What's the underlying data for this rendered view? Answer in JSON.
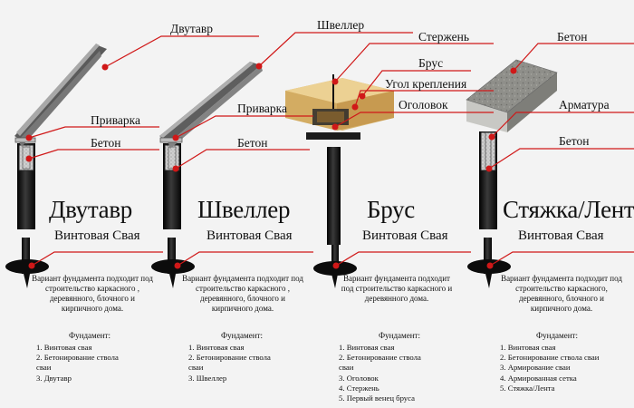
{
  "colors": {
    "callout_line": "#d01818",
    "pile": "#141414",
    "steel": "#6e6e6e",
    "wood": "#d8b46e",
    "concrete": "#8a8a84"
  },
  "callouts": {
    "dvutavr_top": "Двутавр",
    "shveller_top": "Швеллер",
    "sterzhen": "Стержень",
    "beton_block": "Бетон",
    "brus_label": "Брус",
    "ugol": "Угол крепления",
    "ogolovok": "Оголовок",
    "privarka_1": "Приварка",
    "privarka_2": "Приварка",
    "armatura": "Арматура",
    "beton_1": "Бетон",
    "beton_2": "Бетон",
    "beton_4": "Бетон"
  },
  "variants": [
    {
      "title": "Двутавр",
      "subtitle": "Винтовая Свая",
      "description": "Вариант фундамента подходит под строительство каркасного , деревянного, блочного и кирпичного дома.",
      "foundation_header": "Фундамент:",
      "items": [
        "1. Винтовая свая",
        "2. Бетонирование ствола",
        "сваи",
        "3. Двутавр"
      ]
    },
    {
      "title": "Швеллер",
      "subtitle": "Винтовая Свая",
      "description": "Вариант фундамента подходит под строительство каркасного , деревянного, блочного и кирпичного дома.",
      "foundation_header": "Фундамент:",
      "items": [
        "1. Винтовая свая",
        "2. Бетонирование ствола",
        "сваи",
        "3. Швеллер"
      ]
    },
    {
      "title": "Брус",
      "subtitle": "Винтовая Свая",
      "description": "Вариант фундамента подходит под строительство каркасного и деревянного дома.",
      "foundation_header": "Фундамент:",
      "items": [
        "1. Винтовая свая",
        "2. Бетонирование ствола",
        "сваи",
        "3. Оголовок",
        "4. Стержень",
        "5. Первый венец бруса"
      ]
    },
    {
      "title": "Стяжка/Лента",
      "subtitle": "Винтовая Свая",
      "description": "Вариант фундамента подходит под строительство каркасного, деревянного, блочного и кирпичного дома.",
      "foundation_header": "Фундамент:",
      "items": [
        "1. Винтовая свая",
        "2. Бетонирование ствола сваи",
        "3. Армирование сваи",
        "4. Армированная сетка",
        "5. Стяжка/Лента"
      ]
    }
  ]
}
